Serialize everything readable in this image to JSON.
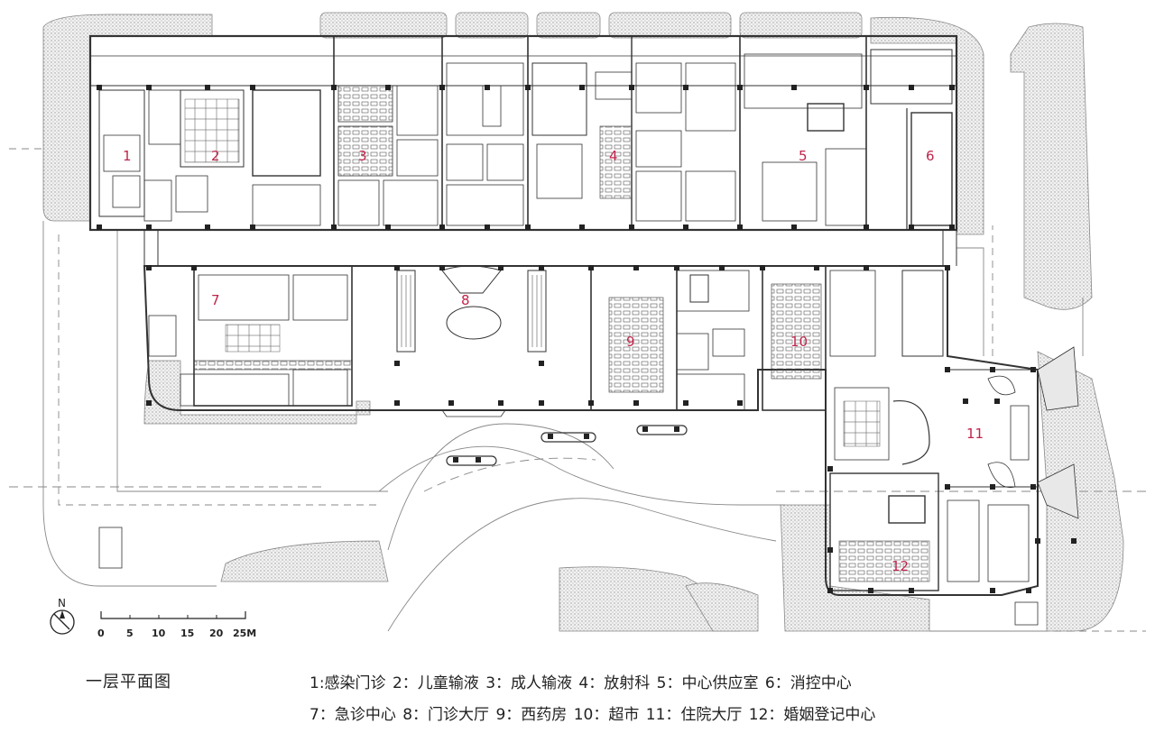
{
  "caption": "一层平面图",
  "north_label": "N",
  "scale": {
    "ticks": [
      "0",
      "5",
      "10",
      "15",
      "20",
      "25M"
    ]
  },
  "rooms": [
    "1",
    "2",
    "3",
    "4",
    "5",
    "6",
    "7",
    "8",
    "9",
    "10",
    "11",
    "12"
  ],
  "legend_row1": [
    "1:感染门诊",
    "2：儿童输液",
    "3：成人输液",
    "4：放射科",
    "5：中心供应室",
    "6：消控中心"
  ],
  "legend_row2": [
    "7：急诊中心",
    "8：门诊大厅",
    "9：西药房",
    "10：超市",
    "11：住院大厅",
    "12：婚姻登记中心"
  ],
  "colors": {
    "room_number": "#c0244a",
    "wall": "#333333",
    "hatch": "#bdbdbd"
  }
}
